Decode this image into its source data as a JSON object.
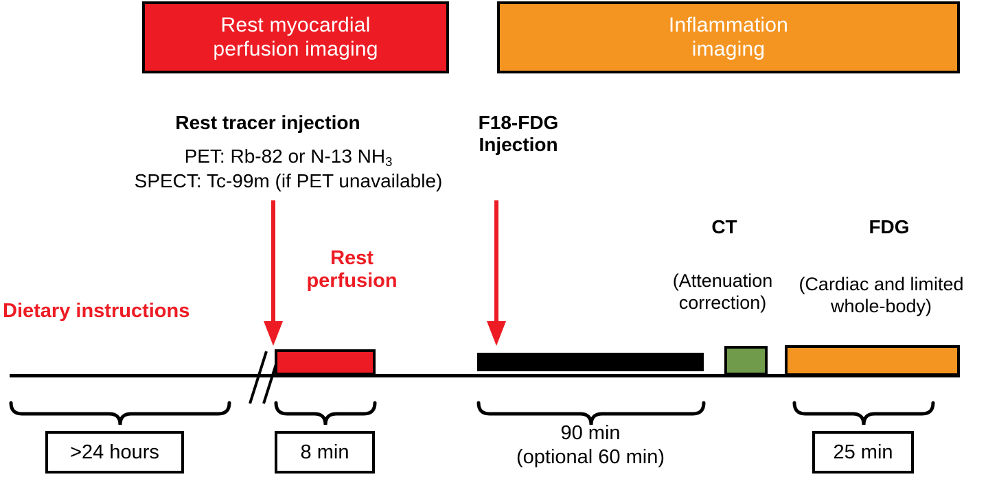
{
  "phases": [
    {
      "id": "rest-perfusion",
      "label": "Rest myocardial\nperfusion imaging",
      "line1": "Rest myocardial",
      "line2": "perfusion imaging",
      "color": "#ed1c24"
    },
    {
      "id": "inflammation",
      "label": "Inflammation\nimaging",
      "line1": "Inflammation",
      "line2": "imaging",
      "color": "#f49421"
    }
  ],
  "annotations": {
    "rest_tracer_title": "Rest tracer injection",
    "rest_tracer_pet_prefix": "PET: Rb-82 or N-13 NH",
    "rest_tracer_pet_sub": "3",
    "rest_tracer_spect": "SPECT: Tc-99m (if PET unavailable)",
    "fdg_injection_line1": "F18-FDG",
    "fdg_injection_line2": "Injection",
    "ct_title": "CT",
    "ct_sub_line1": "(Attenuation",
    "ct_sub_line2": "correction)",
    "fdg_title": "FDG",
    "fdg_sub_line1": "(Cardiac and limited",
    "fdg_sub_line2": "whole-body)",
    "rest_perfusion_line1": "Rest",
    "rest_perfusion_line2": "perfusion",
    "dietary_instructions": "Dietary instructions"
  },
  "timeline_bars": [
    {
      "id": "rest-perfusion-bar",
      "color": "#ed1c24",
      "duration": "8 min"
    },
    {
      "id": "fdg-uptake-bar",
      "color": "#000000",
      "duration": "90 min"
    },
    {
      "id": "ct-bar",
      "color": "#6f9b4a",
      "duration": ""
    },
    {
      "id": "fdg-scan-bar",
      "color": "#f49421",
      "duration": "25 min"
    }
  ],
  "durations": {
    "dietary": ">24 hours",
    "rest_perfusion": "8 min",
    "uptake_line1": "90 min",
    "uptake_line2": "(optional 60 min)",
    "fdg_scan": "25 min"
  },
  "colors": {
    "red": "#ed1c24",
    "orange": "#f49421",
    "green": "#6f9b4a",
    "black": "#000000"
  },
  "icons": {
    "injection_arrow": "down-arrow-icon",
    "axis_break": "axis-break-icon",
    "brace": "curly-brace-icon"
  }
}
